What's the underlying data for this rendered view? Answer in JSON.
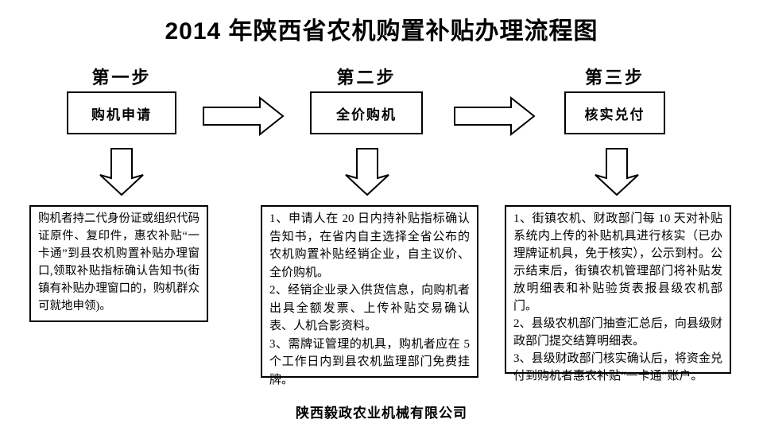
{
  "title": "2014 年陕西省农机购置补贴办理流程图",
  "footer": "陕西毅政农业机械有限公司",
  "colors": {
    "ink": "#000000",
    "paper": "#ffffff"
  },
  "icons": {
    "right_arrow": "block-arrow-right",
    "down_arrow": "block-arrow-down"
  },
  "steps": [
    {
      "label": "第一步",
      "box_label": "购机申请",
      "details": [
        "购机者持二代身份证或组织代码证原件、复印件，惠农补贴“一卡通”到县农机购置补贴办理窗口,领取补贴指标确认告知书(街镇有补贴办理窗口的，购机群众可就地申领)。"
      ]
    },
    {
      "label": "第二步",
      "box_label": "全价购机",
      "details": [
        "1、申请人在 20 日内持补贴指标确认告知书，在省内自主选择全省公布的农机购置补贴经销企业，自主议价、全价购机。",
        "2、经销企业录入供货信息，向购机者出具全额发票、上传补贴交易确认表、人机合影资料。",
        "3、需牌证管理的机具，购机者应在 5 个工作日内到县农机监理部门免费挂牌。"
      ]
    },
    {
      "label": "第三步",
      "box_label": "核实兑付",
      "details": [
        "1、街镇农机、财政部门每 10 天对补贴系统内上传的补贴机具进行核实（已办理牌证机具，免于核实），公示到村。公示结束后，街镇农机管理部门将补贴发放明细表和补贴验货表报县级农机部门。",
        "2、县级农机部门抽查汇总后，向县级财政部门提交结算明细表。",
        "3、县级财政部门核实确认后，将资金兑付到购机者惠农补贴“一卡通”账户。"
      ]
    }
  ]
}
